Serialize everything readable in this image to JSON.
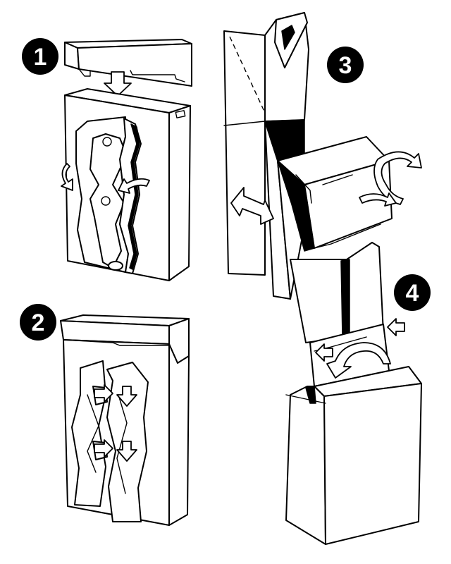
{
  "steps": [
    {
      "number": "1"
    },
    {
      "number": "2"
    },
    {
      "number": "3"
    },
    {
      "number": "4"
    }
  ],
  "colors": {
    "ink": "#000000",
    "paper": "#ffffff"
  }
}
